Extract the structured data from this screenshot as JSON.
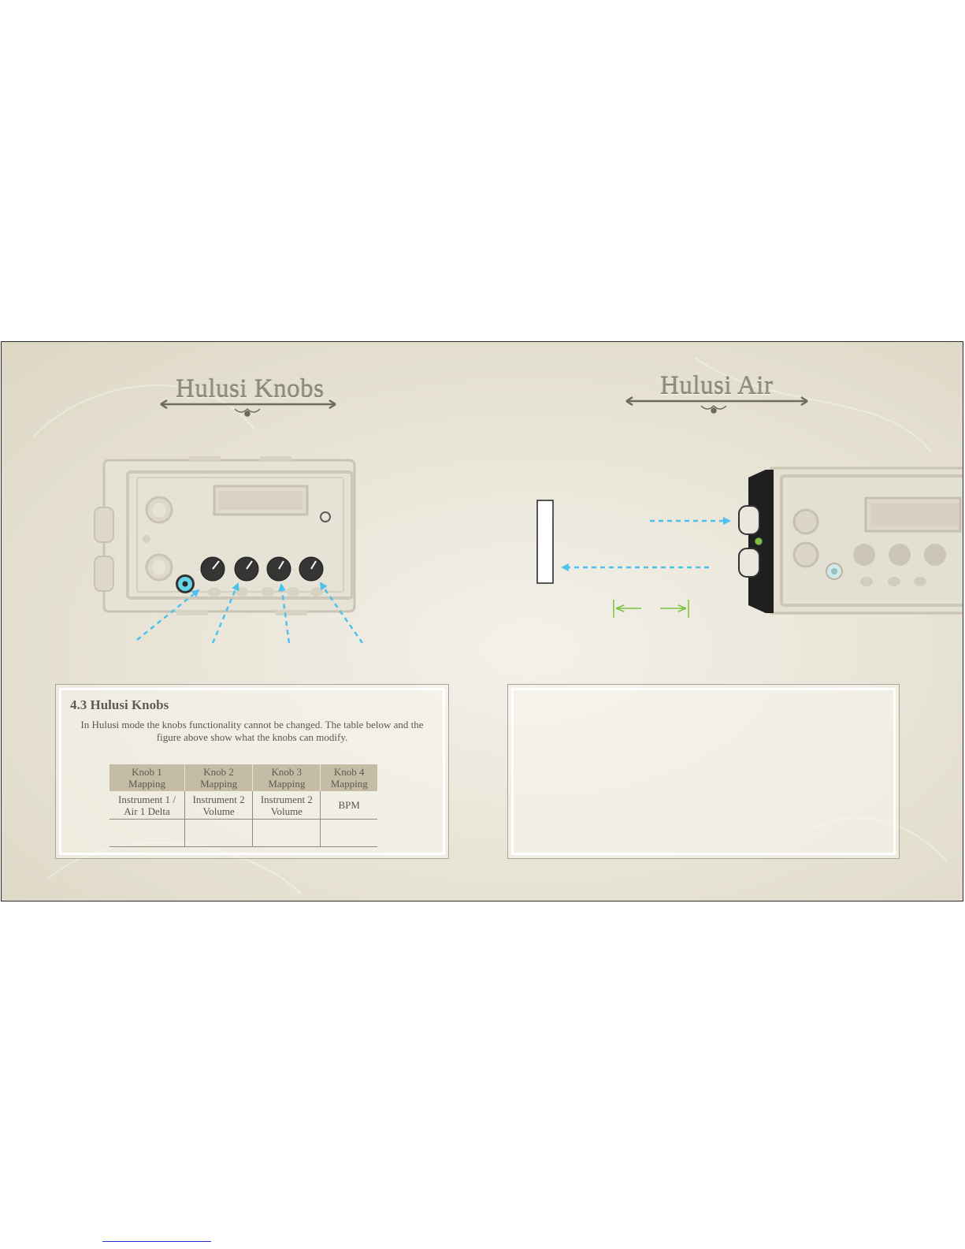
{
  "left": {
    "heading": "Hulusi Knobs",
    "section_title": "4.3 Hulusi Knobs",
    "description": "In Hulusi mode the knobs functionality cannot be changed. The table below and the figure above show what the knobs can modify.",
    "table": {
      "headers": [
        "Knob 1 Mapping",
        "Knob 2 Mapping",
        "Knob 3 Mapping",
        "Knob 4 Mapping"
      ],
      "rows": [
        [
          "Instrument 1 / Air 1 Delta",
          "Instrument 2 Volume",
          "Instrument 2 Volume",
          "BPM"
        ],
        [
          "",
          "",
          "",
          ""
        ]
      ]
    }
  },
  "right": {
    "heading": "Hulusi Air"
  },
  "colors": {
    "arrow_blue": "#4ec2ee",
    "arrow_green": "#7cc242",
    "table_header": "#c5bca5",
    "heading_text": "#8f8c82"
  },
  "icons": [
    "ornament-divider-icon",
    "knob-icon",
    "jack-icon",
    "dashed-arrow-icon",
    "distance-indicator-icon"
  ]
}
